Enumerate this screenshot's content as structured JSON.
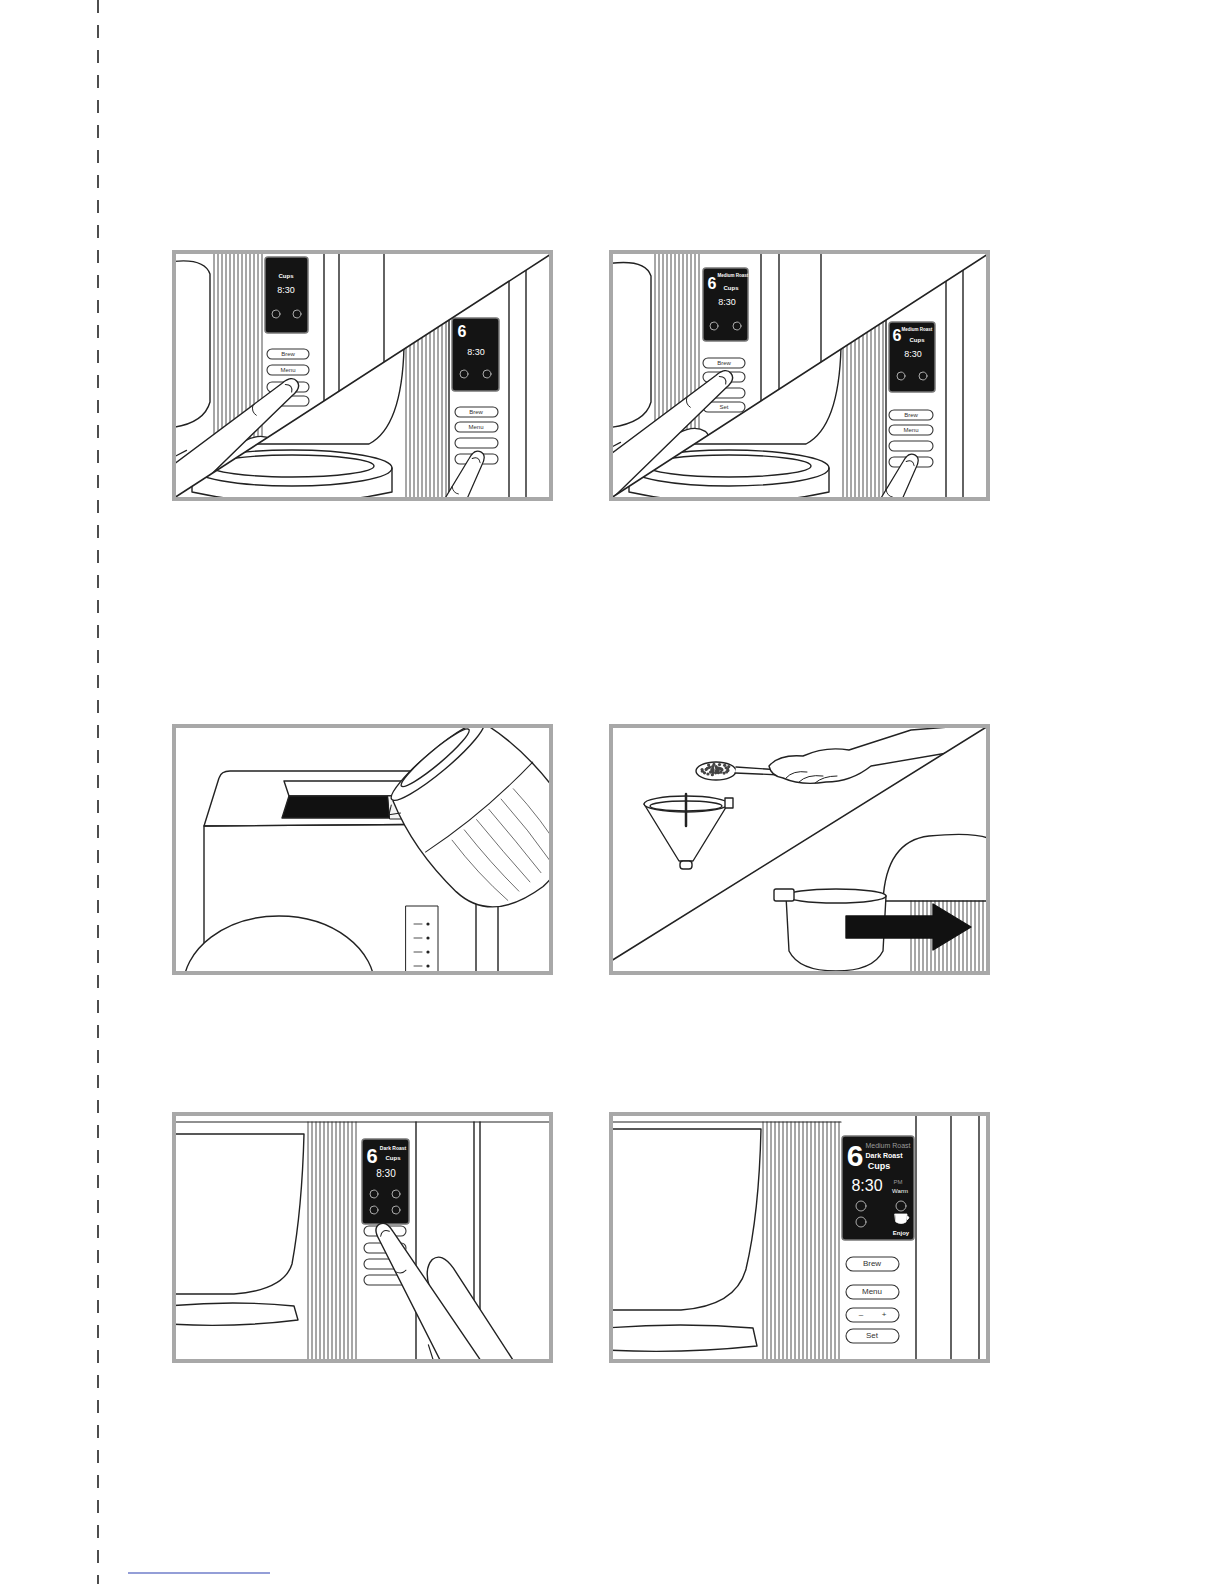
{
  "diagram": {
    "labels": [
      "Cups",
      "8:30",
      "Brew",
      "Menu",
      "6",
      "8:30",
      "Brew",
      "Menu",
      "6",
      "Medium Roast",
      "Cups",
      "8:30",
      "Brew",
      "Set",
      "6",
      "Medium Roast",
      "Cups",
      "8:30",
      "Brew",
      "Menu",
      "6",
      "Dark Roast",
      "Cups",
      "8:30",
      "6",
      "Medium Roast",
      "Dark Roast",
      "Cups",
      "8:30",
      "PM",
      "Warm",
      "Enjoy",
      "Brew",
      "Menu",
      "–",
      "+",
      "Set"
    ]
  }
}
